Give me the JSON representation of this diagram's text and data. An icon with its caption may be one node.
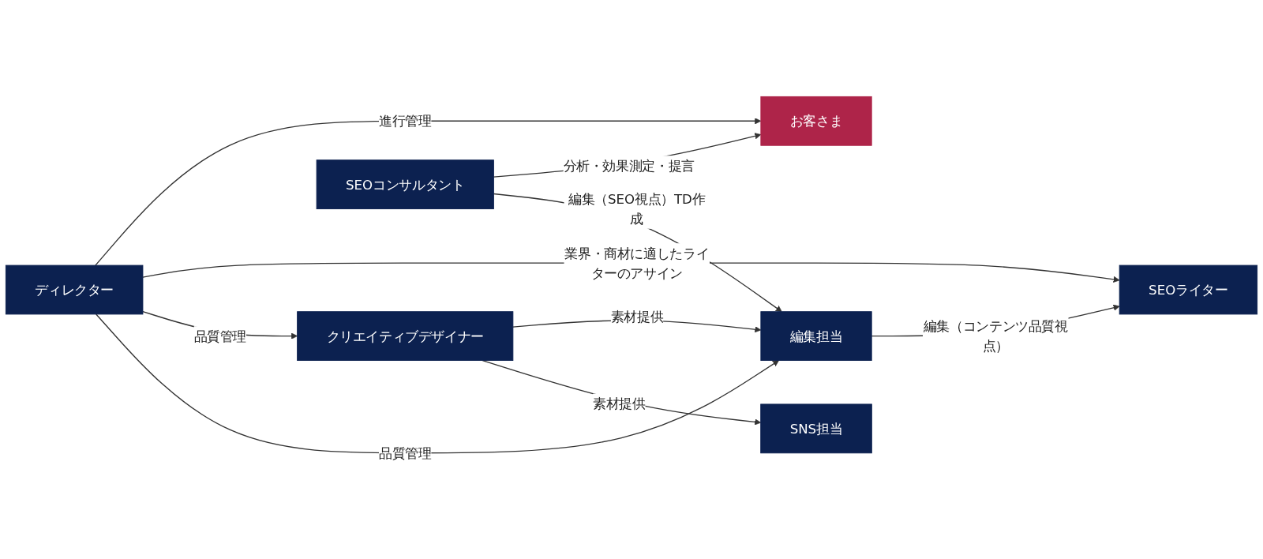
{
  "diagram": {
    "nodes": [
      {
        "text": [
          "お客さま"
        ]
      },
      {
        "text": [
          "ディレクター"
        ]
      },
      {
        "text": [
          "SEOライター"
        ]
      },
      {
        "text": [
          "クリエイティブデザイナー"
        ]
      },
      {
        "text": [
          "編集担当"
        ]
      },
      {
        "text": [
          "SNS担当"
        ]
      },
      {
        "text": [
          "SEOコンサルタント"
        ]
      }
    ],
    "edges": [
      {
        "from": 1,
        "to": 0,
        "arrow": "to",
        "label": "進行管理"
      },
      {
        "from": 1,
        "to": 2,
        "arrow": "to",
        "label": "業界・商材に適したライターのアサイン"
      },
      {
        "from": 1,
        "to": 3,
        "arrow": "to",
        "label": "品質管理"
      },
      {
        "from": 1,
        "to": 4,
        "arrow": "to",
        "label": "品質管理"
      },
      {
        "from": 4,
        "to": 2,
        "arrow": "to",
        "label": "編集（コンテンツ品質視点）"
      },
      {
        "from": 3,
        "to": 4,
        "arrow": "to",
        "label": "素材提供"
      },
      {
        "from": 3,
        "to": 5,
        "arrow": "to",
        "label": "素材提供"
      },
      {
        "from": 6,
        "to": 0,
        "arrow": "to",
        "label": "分析・効果測定・提言"
      },
      {
        "from": 6,
        "to": 4,
        "arrow": "to",
        "label": "編集（SEO視点）TD作成"
      }
    ]
  }
}
